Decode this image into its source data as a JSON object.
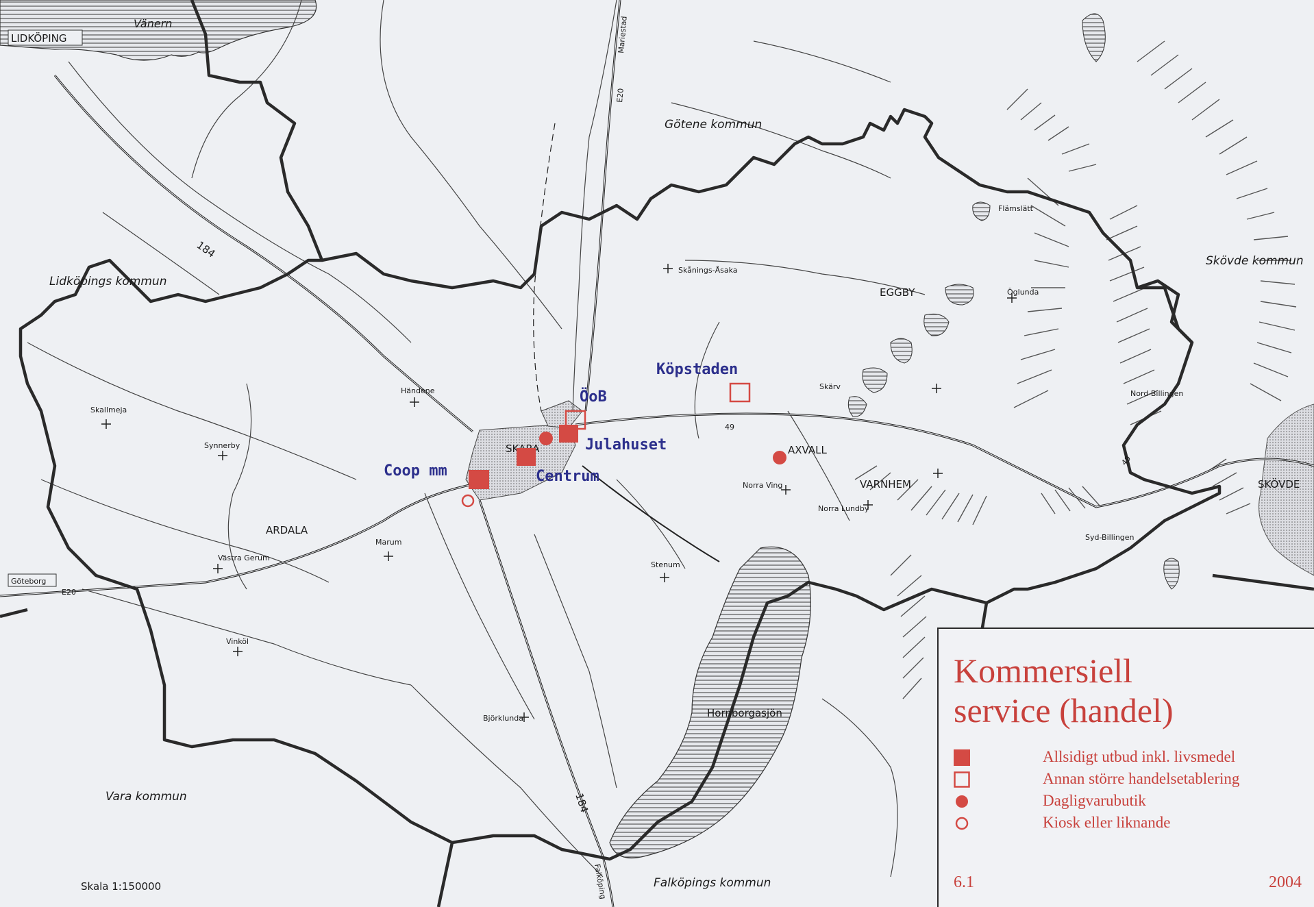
{
  "map": {
    "places": {
      "lidkoping": "LIDKÖPING",
      "vanern": "Vänern",
      "skara": "SKARA",
      "eggby": "EGGBY",
      "axvall": "AXVALL",
      "varnhem": "VARNHEM",
      "ardala": "ARDALA",
      "skovde": "SKÖVDE",
      "flamslatt": "Flämslätt",
      "oglunda": "Öglunda",
      "skarv": "Skärv",
      "skarings_asaka": "Skånings-Åsaka",
      "handene": "Händene",
      "skallmeja": "Skallmeja",
      "synnerby": "Synnerby",
      "norra_ving": "Norra Ving",
      "norra_lundby": "Norra Lundby",
      "marum": "Marum",
      "vastra_gerum": "Västra Gerum",
      "stenum": "Stenum",
      "vinkol": "Vinköl",
      "bjorklunda": "Björklunda",
      "nord_billingen": "Nord-Billingen",
      "syd_billingen": "Syd-Billingen",
      "hornborgasjon": "Hornborgasjön",
      "goteborg": "Göteborg"
    },
    "municipalities": {
      "gotene": "Götene kommun",
      "lidkoping": "Lidköpings kommun",
      "skovde": "Skövde kommun",
      "vara": "Vara kommun",
      "falkoping": "Falköpings kommun"
    },
    "roads": {
      "r184a": "184",
      "r184b": "184",
      "r49a": "49",
      "r49b": "49",
      "e20a": "E20",
      "e20b": "E20",
      "mariestad": "Mariestad",
      "falkoping_dir": "Falköping"
    },
    "stores": {
      "oob": "ÖoB",
      "kopstaden": "Köpstaden",
      "julahuset": "Julahuset",
      "coop": "Coop mm",
      "centrum": "Centrum"
    },
    "scale": "Skala 1:150000",
    "colors": {
      "store_red": "#d44a44",
      "store_blue": "#2c2f8c",
      "border": "#2a2a2a"
    }
  },
  "legend": {
    "title_line1": "Kommersiell",
    "title_line2": "service (handel)",
    "items": [
      {
        "symbol": "filled-square",
        "label": "Allsidigt utbud inkl. livsmedel"
      },
      {
        "symbol": "open-square",
        "label": "Annan större handelsetablering"
      },
      {
        "symbol": "filled-circle",
        "label": "Dagligvarubutik"
      },
      {
        "symbol": "open-circle",
        "label": "Kiosk eller liknande"
      }
    ],
    "map_number": "6.1",
    "year": "2004"
  }
}
